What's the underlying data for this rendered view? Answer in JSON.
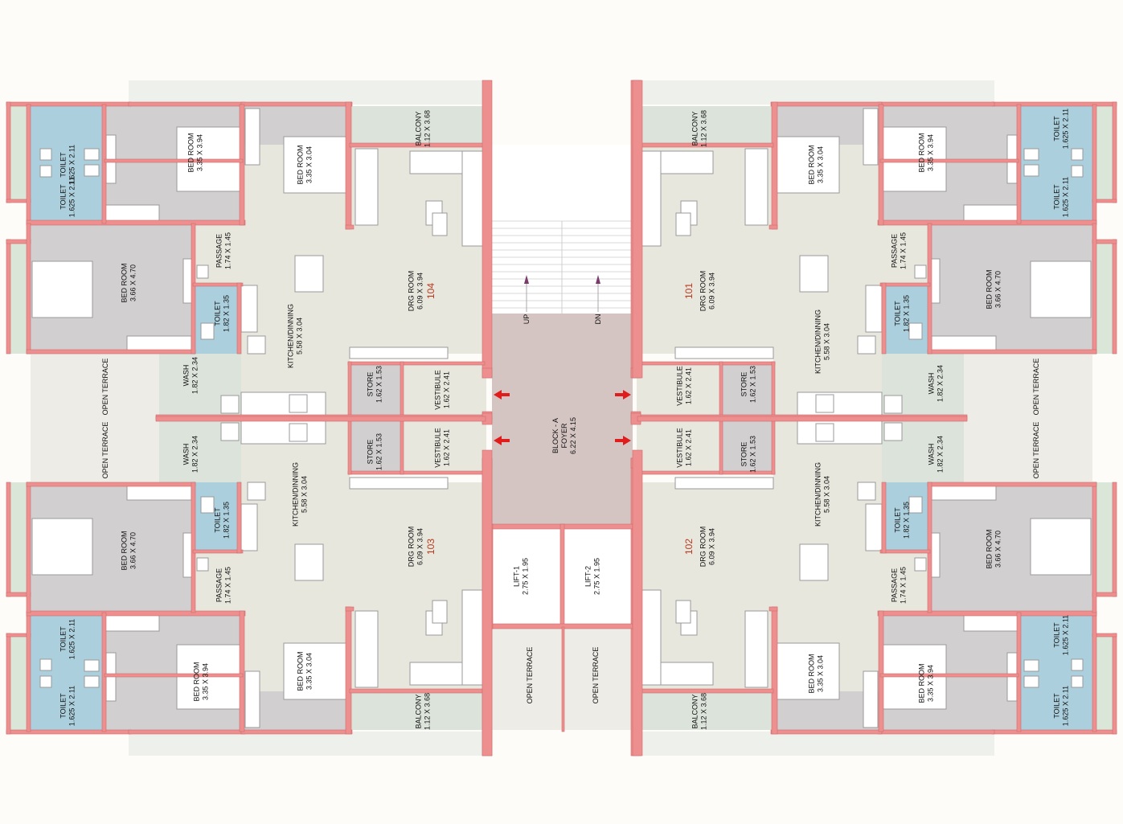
{
  "colors": {
    "background": "#fdfcf8",
    "wall": "#ee8f8f",
    "wall_stroke": "#cf6a6a",
    "living": "#e8e7de",
    "bedroom": "#d1cfcf",
    "toilet": "#abcfdd",
    "terrace": "#eeece6",
    "balcony": "#dbe3da",
    "foyer": "#d5c5c2",
    "outline_green": "#d9e6d8",
    "furniture": "#ffffff",
    "number": "#b83a1e",
    "arrow": "#e11c1c"
  },
  "units": {
    "u101": "101",
    "u102": "102",
    "u103": "103",
    "u104": "104"
  },
  "rooms": {
    "toilet_name": "TOILET",
    "toilet_dim": "1.625 X 2.11",
    "toilet_small_dim": "1.82 X 1.35",
    "bed_room_name": "BED ROOM",
    "bed1_dim": "3.35 X 3.94",
    "bed2_dim": "3.35 X 3.04",
    "bed3_dim": "3.66 X 4.70",
    "balcony_name": "BALCONY",
    "balcony_dim": "1.12 X 3.68",
    "passage_name": "PASSAGE",
    "passage_dim": "1.74 X 1.45",
    "kitchen_name": "KITCHEN/DINNING",
    "kitchen_dim": "5.58 X 3.04",
    "drg_name": "DRG ROOM",
    "drg_dim": "6.09 X 3.94",
    "open_terrace": "OPEN TERRACE",
    "wash_name": "WASH",
    "wash_dim": "1.82 X 2.34",
    "store_name": "STORE",
    "store_dim": "1.62 X 1.53",
    "vestibule_name": "VESTIBULE",
    "vestibule_dim": "1.62 X 2.41",
    "foyer_l1": "BLOCK - A",
    "foyer_l2": "FOYER",
    "foyer_dim": "6.22 X 4.15",
    "lift1_name": "LIFT-1",
    "lift2_name": "LIFT-2",
    "lift_dim": "2.75 X 1.95",
    "up": "UP",
    "dn": "DN"
  }
}
